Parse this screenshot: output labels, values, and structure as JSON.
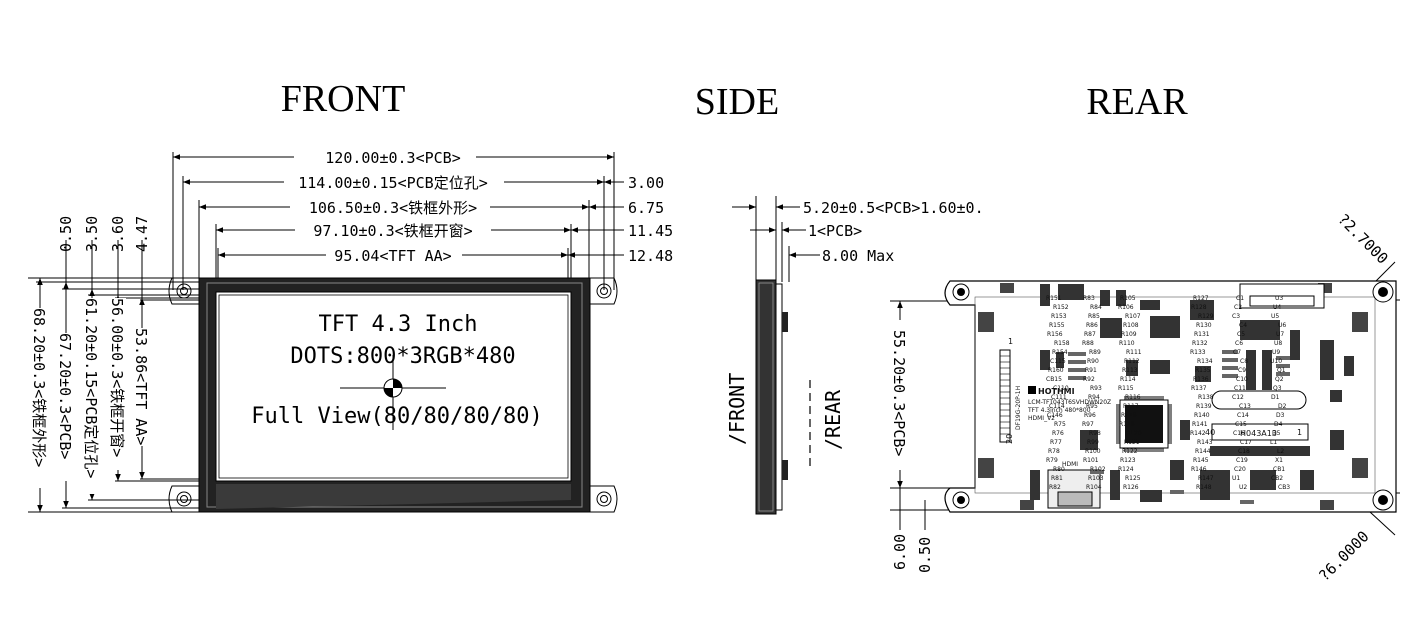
{
  "views": {
    "front": "FRONT",
    "side": "SIDE",
    "rear": "REAR"
  },
  "front": {
    "lcd_lines": [
      "TFT 4.3 Inch",
      "DOTS:800*3RGB*480",
      "Full View(80/80/80/80)"
    ],
    "h_dims": [
      "120.00±0.3<PCB>",
      "114.00±0.15<PCB定位孔>",
      "106.50±0.3<铁框外形>",
      "97.10±0.3<铁框开窗>",
      "95.04<TFT AA>"
    ],
    "h_right": [
      "3.00",
      "6.75",
      "11.45",
      "12.48"
    ],
    "v_left": [
      "0.50",
      "3.50",
      "3.60",
      "4.47"
    ],
    "v_dims": [
      "68.20±0.3<铁框外形>",
      "67.20±0.3<PCB>",
      "61.20±0.15<PCB定位孔>",
      "56.00±0.3<铁框开窗>",
      "53.86<TFT AA>"
    ]
  },
  "side": {
    "dims": [
      "5.20±0.5<PCB>1.60±0.",
      "1<PCB>",
      "8.00 Max"
    ],
    "labels": [
      "/FRONT",
      "/REAR"
    ]
  },
  "rear": {
    "v_dim": "55.20±0.3<PCB>",
    "bottom": [
      "6.00",
      "0.50"
    ],
    "diag": [
      "?2.7000",
      "?6.0000"
    ],
    "pcb_text": {
      "logo": "HOTHMI",
      "model": "LCM-TFT043T6SVHDWN20Z",
      "spec": "TFT 4.3inch 480*800",
      "ver": "HDMI_V2",
      "conn": "DF19G-20P-1H",
      "label": "H043A13",
      "hdmi": "HDMI",
      "pin40": "40",
      "pin1": "1",
      "pin20": "20",
      "pin1b": "1"
    },
    "parts": [
      "R151",
      "R152",
      "R153",
      "R155",
      "R156",
      "R158",
      "R154",
      "C115",
      "R160",
      "CB15",
      "C110",
      "C111",
      "C114",
      "C146",
      "R75",
      "R76",
      "R77",
      "R78",
      "R79",
      "R80",
      "R81",
      "R82",
      "R83",
      "R84",
      "R85",
      "R86",
      "R87",
      "R88",
      "R89",
      "R90",
      "R91",
      "R92",
      "R93",
      "R94",
      "R95",
      "R96",
      "R97",
      "R98",
      "R99",
      "R100",
      "R101",
      "R102",
      "R103",
      "R104",
      "R105",
      "R106",
      "R107",
      "R108",
      "R109",
      "R110",
      "R111",
      "R112",
      "R113",
      "R114",
      "R115",
      "R116",
      "R117",
      "R118",
      "R119",
      "R120",
      "R121",
      "R122",
      "R123",
      "R124",
      "R125",
      "R126",
      "R127",
      "R128",
      "R129",
      "R130",
      "R131",
      "R132",
      "R133",
      "R134",
      "R135",
      "R136",
      "R137",
      "R138",
      "R139",
      "R140",
      "R141",
      "R142",
      "R143",
      "R144",
      "R145",
      "R146",
      "R147",
      "R148",
      "C1",
      "C2",
      "C3",
      "C4",
      "C5",
      "C6",
      "C7",
      "C8",
      "C9",
      "C10",
      "C11",
      "C12",
      "C13",
      "C14",
      "C15",
      "C16",
      "C17",
      "C18",
      "C19",
      "C20",
      "U1",
      "U2",
      "U3",
      "U4",
      "U5",
      "U6",
      "U7",
      "U8",
      "U9",
      "U10",
      "Q1",
      "Q2",
      "Q3",
      "D1",
      "D2",
      "D3",
      "D4",
      "D5",
      "L1",
      "L2",
      "X1",
      "CB1",
      "CB2",
      "CB3"
    ]
  }
}
